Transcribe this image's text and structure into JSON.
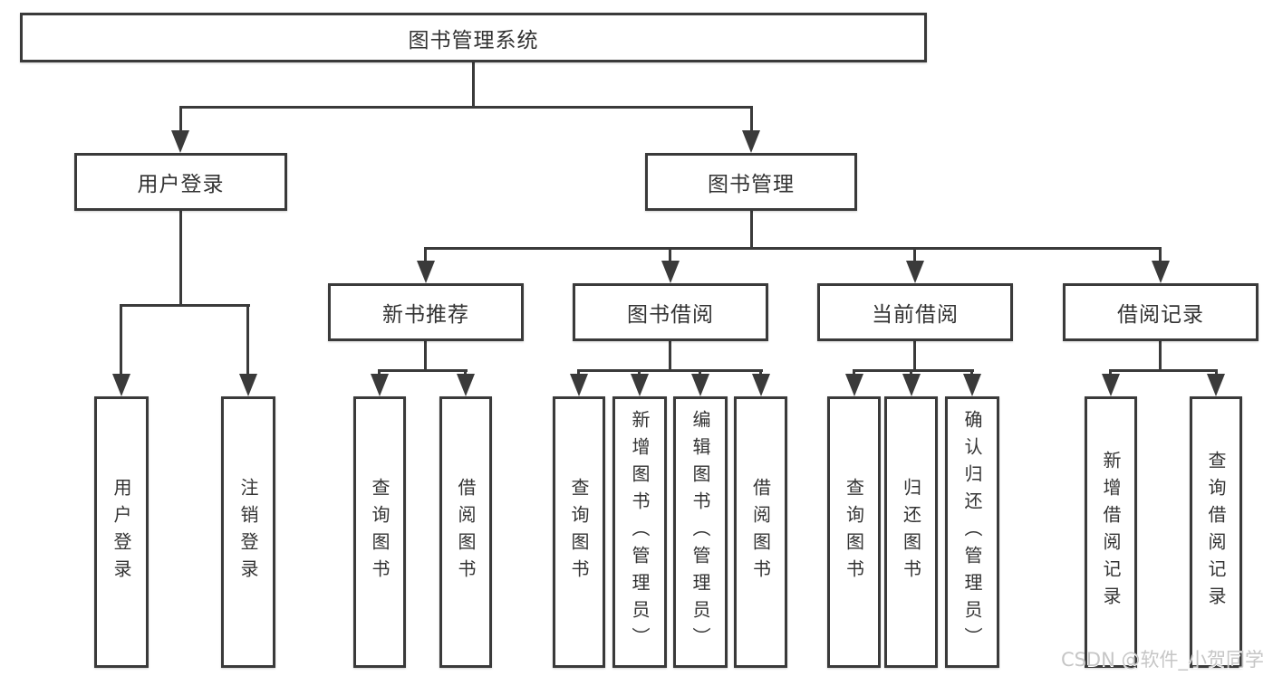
{
  "diagram": {
    "root": {
      "label": "图书管理系统"
    },
    "level2": [
      {
        "label": "用户登录"
      },
      {
        "label": "图书管理"
      }
    ],
    "level3": [
      {
        "label": "新书推荐"
      },
      {
        "label": "图书借阅"
      },
      {
        "label": "当前借阅"
      },
      {
        "label": "借阅记录"
      }
    ],
    "leaves": {
      "user_login": [
        {
          "label": "用户登录"
        },
        {
          "label": "注销登录"
        }
      ],
      "new_book": [
        {
          "label": "查询图书"
        },
        {
          "label": "借阅图书"
        }
      ],
      "book_borrow": [
        {
          "label": "查询图书"
        },
        {
          "label": "新增图书（管理员）"
        },
        {
          "label": "编辑图书（管理员）"
        },
        {
          "label": "借阅图书"
        }
      ],
      "current_borrow": [
        {
          "label": "查询图书"
        },
        {
          "label": "归还图书"
        },
        {
          "label": "确认归还（管理员）"
        }
      ],
      "borrow_record": [
        {
          "label": "新增借阅记录"
        },
        {
          "label": "查询借阅记录"
        }
      ]
    }
  },
  "watermark": {
    "text": "CSDN @软件_小贺同学"
  },
  "colors": {
    "line": "#3a3a3a",
    "text": "#333333",
    "background": "#ffffff",
    "watermark": "#c6c6c6"
  }
}
